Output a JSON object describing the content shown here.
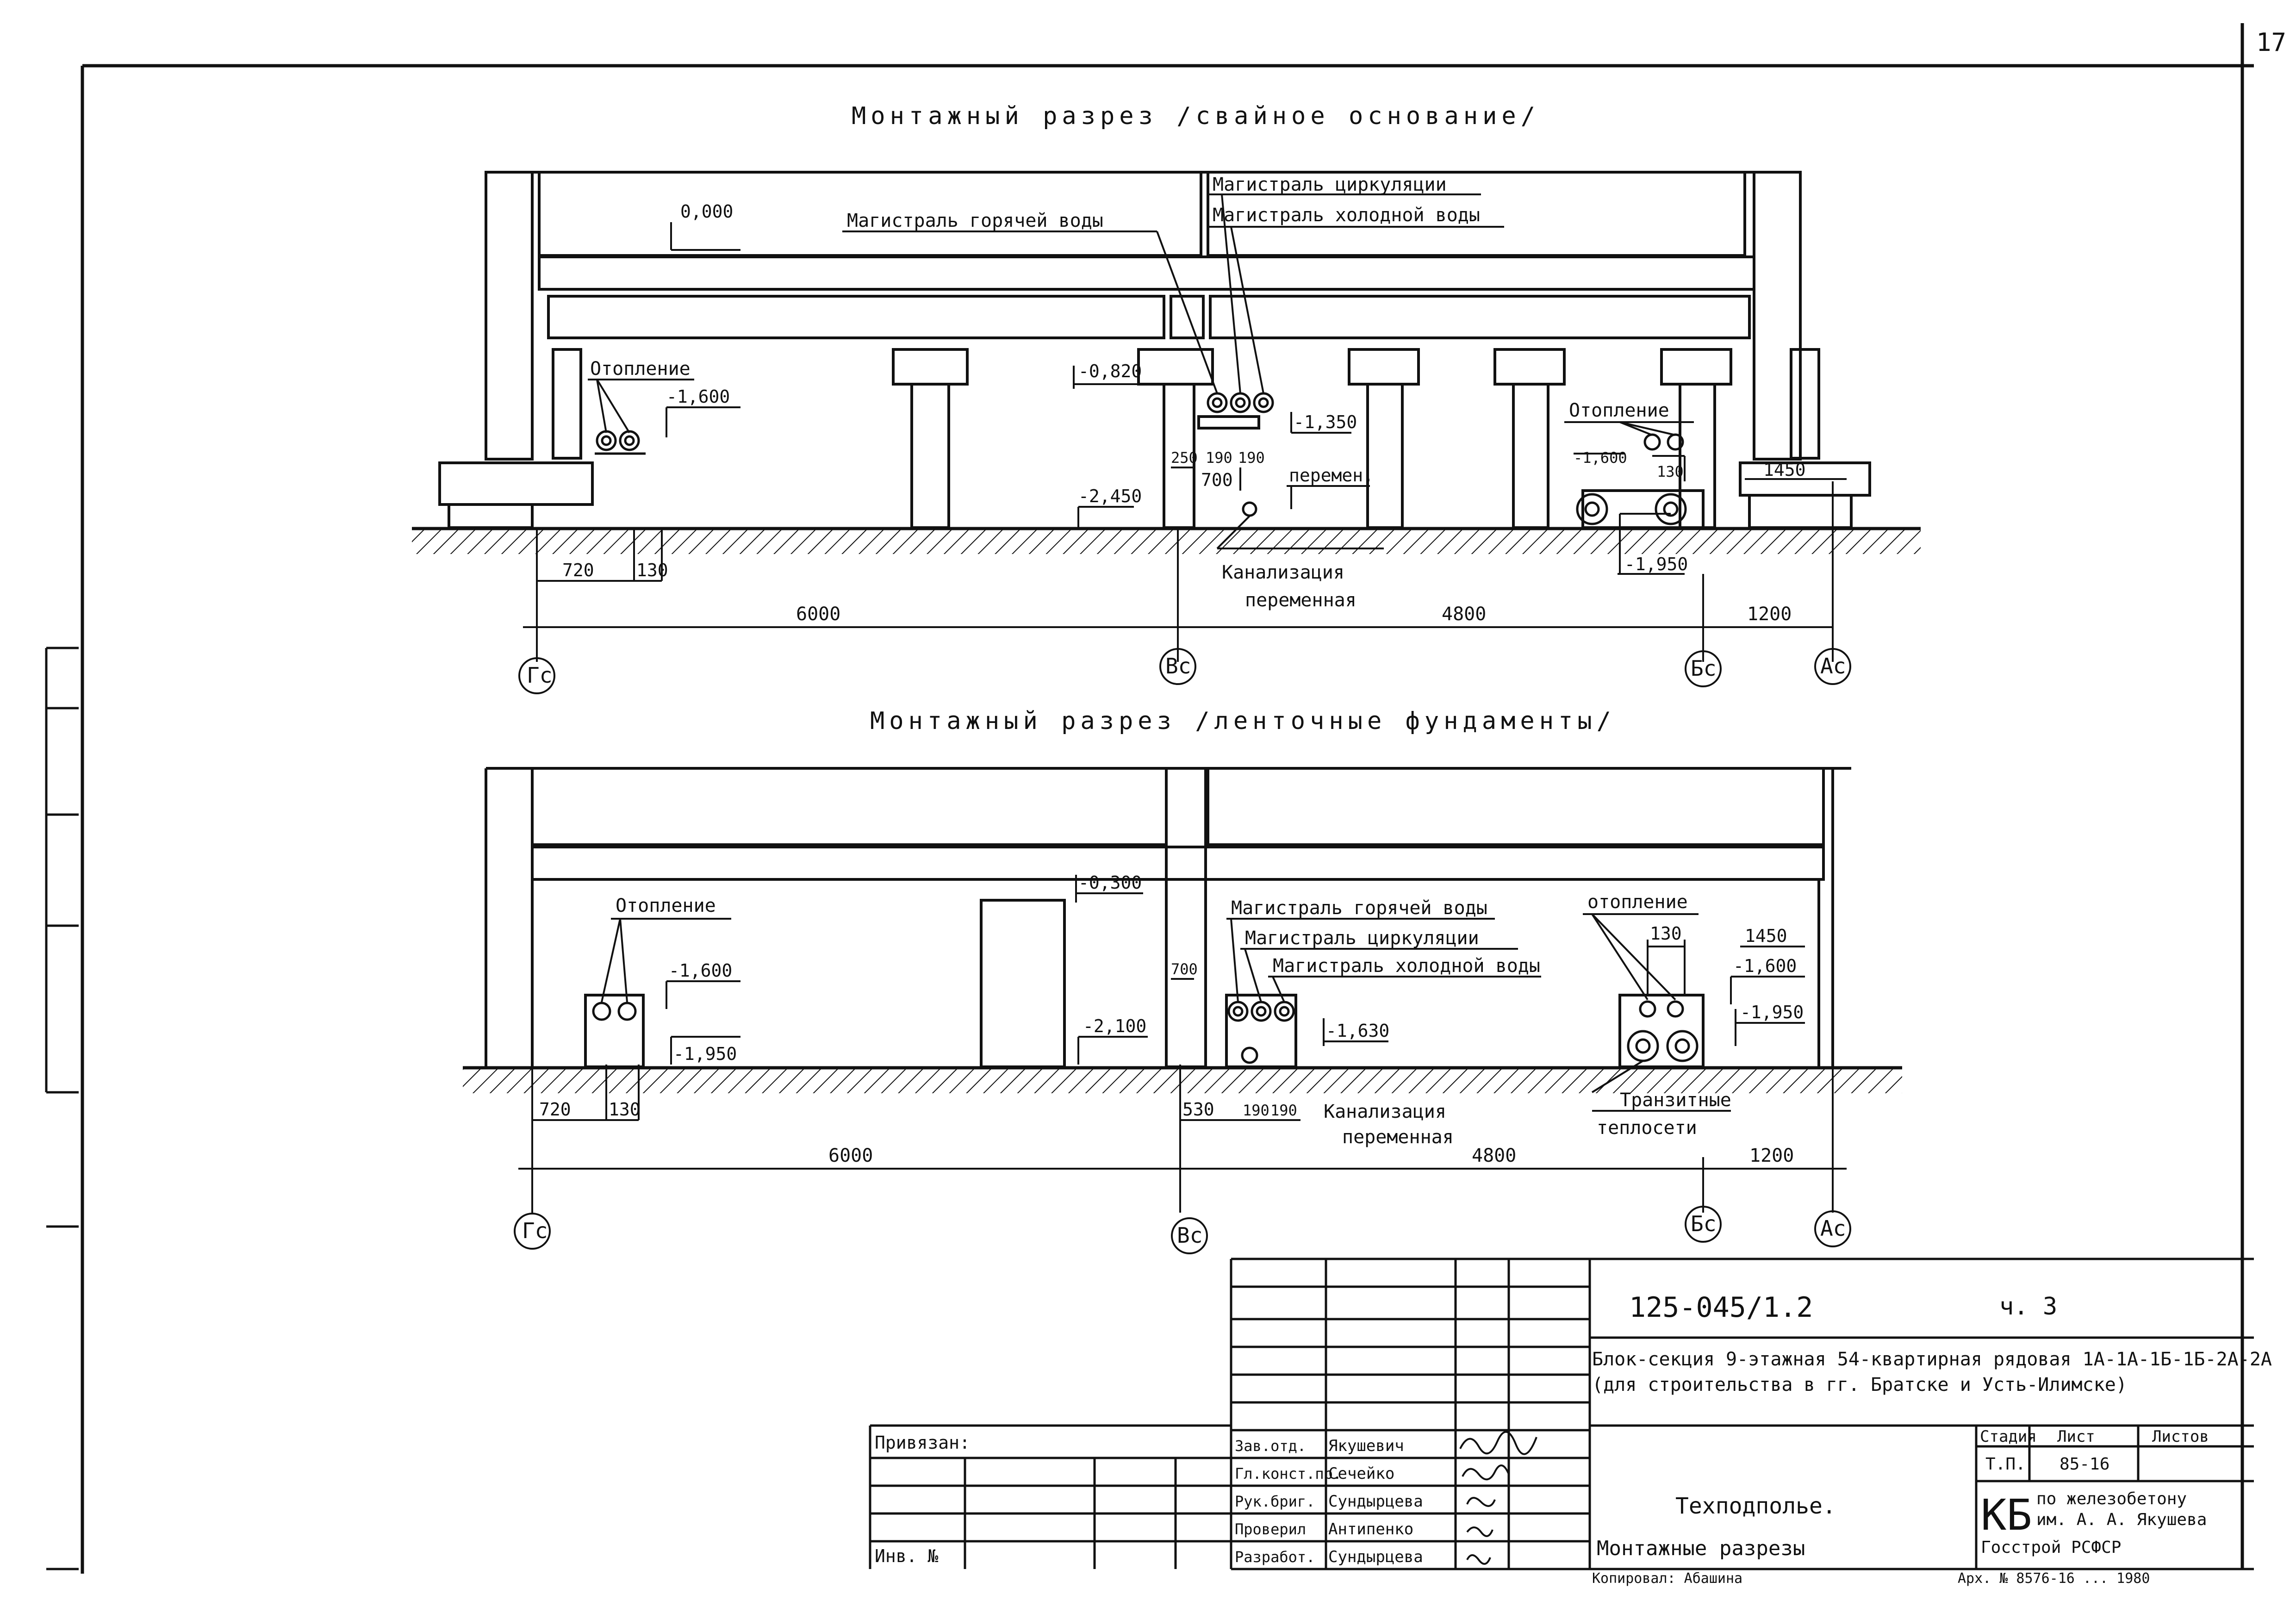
{
  "sheet_number": "17",
  "section1": {
    "title": "Монтажный разрез /свайное основание/",
    "labels": {
      "zero": "0,000",
      "hot": "Магистраль горячей воды",
      "circ": "Магистраль циркуляции",
      "cold": "Магистраль холодной воды",
      "heating_left": "Отопление",
      "elev_1600_left": "-1,600",
      "elev_0820": "-0,820",
      "elev_1350": "-1,350",
      "heating_right": "Отопление",
      "elev_1600_right": "-1,600",
      "dim_130_r": "130",
      "dim_1450": "1450",
      "dim_250": "250",
      "dim_190a": "190",
      "dim_190b": "190",
      "dim_700": "700",
      "peremen": "перемен.",
      "elev_2450": "-2,450",
      "sewer": "Канализация",
      "variable": "переменная",
      "elev_1950": "-1,950",
      "dim_720": "720",
      "dim_130": "130",
      "dim_6000": "6000",
      "dim_4800": "4800",
      "dim_1200": "1200"
    },
    "axes": [
      "Гс",
      "Вс",
      "Бс",
      "Ас"
    ]
  },
  "section2": {
    "title": "Монтажный разрез /ленточные фундаменты/",
    "labels": {
      "heating_left": "Отопление",
      "elev_1600_left": "-1,600",
      "elev_1950_left": "-1,950",
      "elev_0300": "-0,300",
      "elev_2100": "-2,100",
      "hot": "Магистраль горячей воды",
      "circ": "Магистраль циркуляции",
      "cold": "Магистраль холодной воды",
      "dim_700": "700",
      "elev_1630": "-1,630",
      "heating_right": "отопление",
      "dim_130": "130",
      "dim_1450": "1450",
      "elev_1600_right": "-1,600",
      "elev_1950_right": "-1,950",
      "dim_720": "720",
      "dim_130b": "130",
      "dim_530": "530",
      "dim_190a": "190",
      "dim_190b": "190",
      "sewer": "Канализация",
      "variable": "переменная",
      "transit": "Транзитные",
      "heatnet": "теплосети",
      "dim_6000": "6000",
      "dim_4800": "4800",
      "dim_1200": "1200"
    },
    "axes": [
      "Гс",
      "Вс",
      "Бс",
      "Ас"
    ]
  },
  "title_block": {
    "code": "125-045/1.2",
    "part": "ч. 3",
    "description_1": "Блок-секция 9-этажная 54-квартирная рядовая 1А-1А-1Б-1Б-2А-2А",
    "description_2": "(для строительства в гг. Братске и Усть-Илимске)",
    "stage_header": "Стадия",
    "sheet_header": "Лист",
    "sheets_header": "Листов",
    "stage": "Т.П.",
    "sheet": "85-16",
    "sheet_title_1": "Техподполье.",
    "sheet_title_2": "Монтажные разрезы",
    "org_mark": "КБ",
    "org_1": "по железобетону",
    "org_2": "им. А. А. Якушева",
    "org_3": "Госстрой РСФСР",
    "bound": "Привязан:",
    "inv": "Инв. №",
    "roles": [
      {
        "role": "Зав.отд.",
        "name": "Якушевич"
      },
      {
        "role": "Гл.конст.пр.",
        "name": "Сечейко"
      },
      {
        "role": "Рук.бриг.",
        "name": "Сундырцева"
      },
      {
        "role": "Проверил",
        "name": "Антипенко"
      },
      {
        "role": "Разработ.",
        "name": "Сундырцева"
      }
    ],
    "footer_left": "Копировал: Абашина",
    "footer_right": "Арх. № 8576-16 ... 1980"
  }
}
